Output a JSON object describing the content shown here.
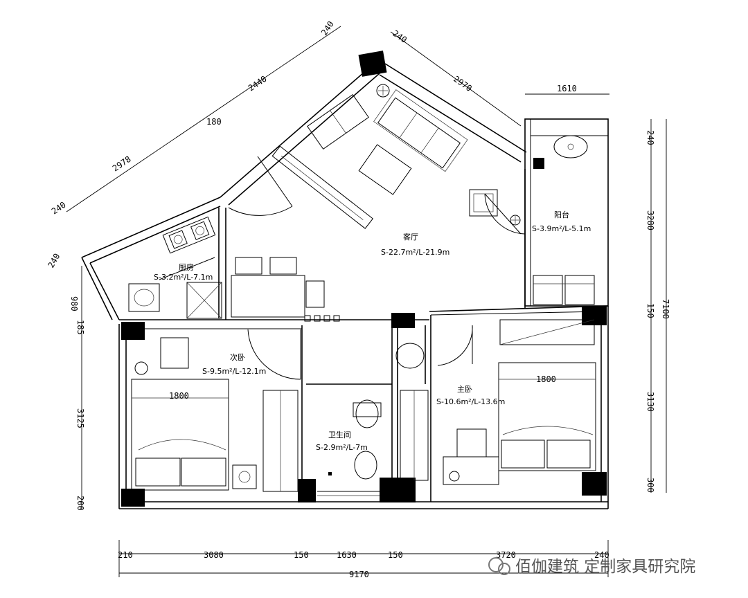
{
  "rooms": {
    "living": {
      "name": "客厅",
      "area": "S-22.7m²/L-21.9m"
    },
    "kitchen": {
      "name": "厨房",
      "area": "S-3.2m²/L-7.1m"
    },
    "balcony": {
      "name": "阳台",
      "area": "S-3.9m²/L-5.1m"
    },
    "second": {
      "name": "次卧",
      "area": "S-9.5m²/L-12.1m"
    },
    "bath": {
      "name": "卫生间",
      "area": "S-2.9m²/L-7m"
    },
    "master": {
      "name": "主卧",
      "area": "S-10.6m²/L-13.6m"
    }
  },
  "beds": {
    "second": "1800",
    "master": "1800"
  },
  "dimensions": {
    "top_a": "240",
    "top_b": "2440",
    "top_c": "180",
    "top_d": "2978",
    "top_e": "240",
    "top_f": "240",
    "top_g": "2970",
    "top_h": "1610",
    "right_a": "240",
    "right_b": "3280",
    "right_c": "150",
    "right_d": "3130",
    "right_e": "300",
    "right_total": "7100",
    "left_a": "240",
    "left_b": "980",
    "left_c": "185",
    "left_d": "3125",
    "left_e": "200",
    "bottom_a": "210",
    "bottom_b": "3080",
    "bottom_c": "150",
    "bottom_d": "1630",
    "bottom_e": "150",
    "bottom_f": "3720",
    "bottom_g": "240",
    "bottom_total": "9170"
  },
  "watermark": "佰伽建筑 定制家具研究院",
  "colors": {
    "line": "#000000",
    "watermark": "#555555"
  }
}
